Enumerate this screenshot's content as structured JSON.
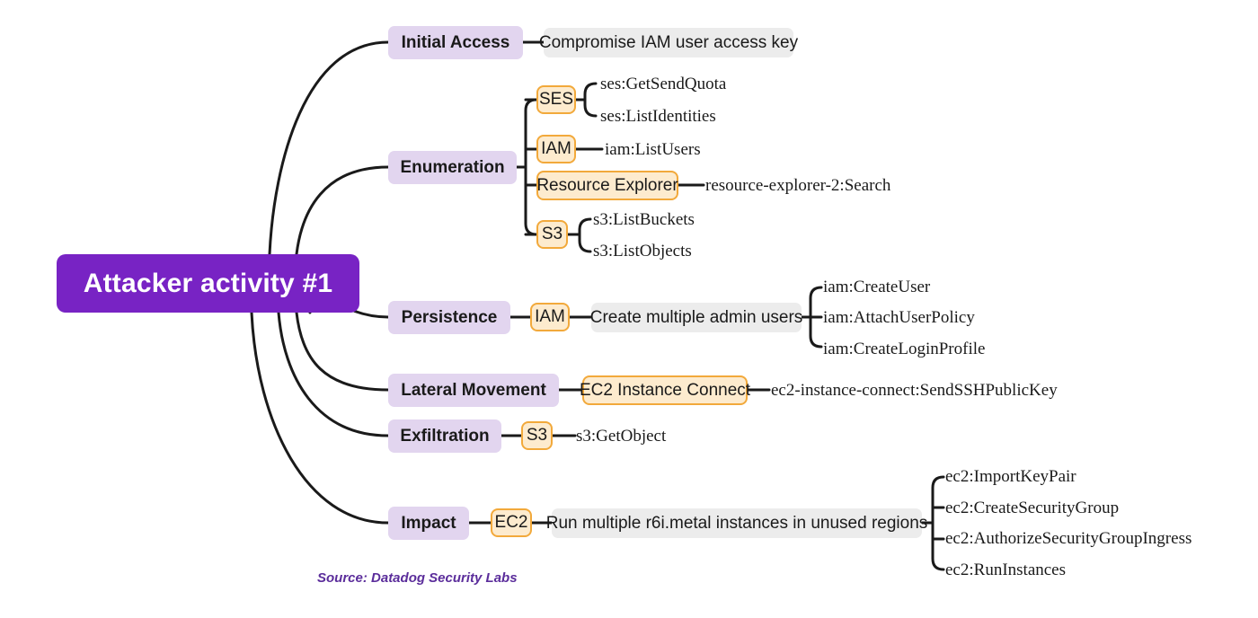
{
  "diagram": {
    "type": "mindmap",
    "root": {
      "label": "Attacker activity #1",
      "color": "#7823c4",
      "text_color": "#ffffff"
    },
    "palette": {
      "category_bg": "#e2d5ef",
      "service_bg": "#fdebce",
      "service_border": "#f2a93b",
      "description_bg": "#ececec",
      "edge": "#1a1a1a",
      "footer": "#5b2d9b"
    },
    "footer": "Source: Datadog Security Labs",
    "branches": [
      {
        "label": "Initial Access",
        "services": [],
        "descriptions": [
          "Compromise IAM user access key"
        ],
        "apis": []
      },
      {
        "label": "Enumeration",
        "services": [
          "SES",
          "IAM",
          "Resource Explorer",
          "S3"
        ],
        "descriptions": [],
        "apis": [
          "ses:GetSendQuota",
          "ses:ListIdentities",
          "iam:ListUsers",
          "resource-explorer-2:Search",
          "s3:ListBuckets",
          "s3:ListObjects"
        ]
      },
      {
        "label": "Persistence",
        "services": [
          "IAM"
        ],
        "descriptions": [
          "Create multiple admin users"
        ],
        "apis": [
          "iam:CreateUser",
          "iam:AttachUserPolicy",
          "iam:CreateLoginProfile"
        ]
      },
      {
        "label": "Lateral Movement",
        "services": [
          "EC2 Instance Connect"
        ],
        "descriptions": [],
        "apis": [
          "ec2-instance-connect:SendSSHPublicKey"
        ]
      },
      {
        "label": "Exfiltration",
        "services": [
          "S3"
        ],
        "descriptions": [],
        "apis": [
          "s3:GetObject"
        ]
      },
      {
        "label": "Impact",
        "services": [
          "EC2"
        ],
        "descriptions": [
          "Run multiple r6i.metal instances in unused regions"
        ],
        "apis": [
          "ec2:ImportKeyPair",
          "ec2:CreateSecurityGroup",
          "ec2:AuthorizeSecurityGroupIngress",
          "ec2:RunInstances"
        ]
      }
    ]
  },
  "nodes": {
    "root": "Attacker activity #1",
    "cat_initial_access": "Initial Access",
    "desc_compromise_key": "Compromise IAM user access key",
    "cat_enumeration": "Enumeration",
    "svc_ses": "SES",
    "api_ses_getsendquota": "ses:GetSendQuota",
    "api_ses_listidentities": "ses:ListIdentities",
    "svc_iam_enum": "IAM",
    "api_iam_listusers": "iam:ListUsers",
    "svc_resource_explorer": "Resource Explorer",
    "api_resource_explorer_search": "resource-explorer-2:Search",
    "svc_s3_enum": "S3",
    "api_s3_listbuckets": "s3:ListBuckets",
    "api_s3_listobjects": "s3:ListObjects",
    "cat_persistence": "Persistence",
    "svc_iam_persist": "IAM",
    "desc_create_admins": "Create multiple admin users",
    "api_iam_createuser": "iam:CreateUser",
    "api_iam_attachuserpolicy": "iam:AttachUserPolicy",
    "api_iam_createloginprofile": "iam:CreateLoginProfile",
    "cat_lateral_movement": "Lateral Movement",
    "svc_ec2_instance_connect": "EC2 Instance Connect",
    "api_ec2ic_sendsshpublickey": "ec2-instance-connect:SendSSHPublicKey",
    "cat_exfiltration": "Exfiltration",
    "svc_s3_exfil": "S3",
    "api_s3_getobject": "s3:GetObject",
    "cat_impact": "Impact",
    "svc_ec2_impact": "EC2",
    "desc_run_instances": "Run multiple r6i.metal instances in unused regions",
    "api_ec2_importkeypair": "ec2:ImportKeyPair",
    "api_ec2_createsecuritygroup": "ec2:CreateSecurityGroup",
    "api_ec2_authorizesecuritygroupingress": "ec2:AuthorizeSecurityGroupIngress",
    "api_ec2_runinstances": "ec2:RunInstances"
  },
  "footer": {
    "source": "Source: Datadog Security Labs"
  }
}
